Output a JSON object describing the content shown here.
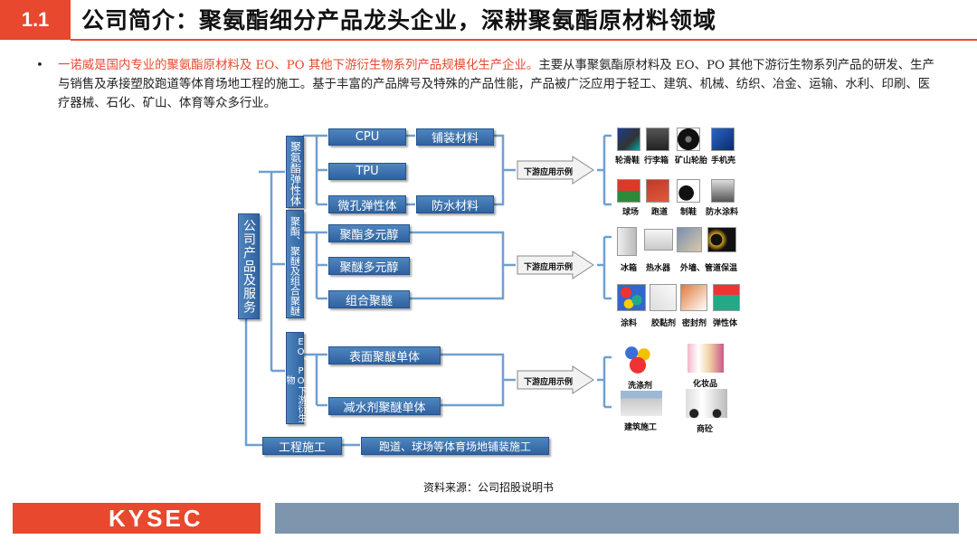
{
  "header": {
    "number": "1.1",
    "title": "公司简介：聚氨酯细分产品龙头企业，深耕聚氨酯原材料领域"
  },
  "intro": {
    "highlight": "一诺威是国内专业的聚氨酯原材料及 EO、PO 其他下游衍生物系列产品规模化生产企业。",
    "rest": "主要从事聚氨酯原材料及 EO、PO 其他下游衍生物系列产品的研发、生产与销售及承接塑胶跑道等体育场地工程的施工。基于丰富的产品牌号及特殊的产品性能，产品被广泛应用于轻工、建筑、机械、纺织、冶金、运输、水利、印刷、医疗器械、石化、矿山、体育等众多行业。"
  },
  "diagram": {
    "root": "公司产品及服务",
    "groups": [
      {
        "label": "聚氨酯弹性体",
        "items": [
          "CPU",
          "TPU",
          "微孔弹性体"
        ],
        "extra": [
          "铺装材料",
          "防水材料"
        ]
      },
      {
        "label": "聚酯、聚醚及组合聚醚",
        "items": [
          "聚酯多元醇",
          "聚醚多元醇",
          "组合聚醚"
        ]
      },
      {
        "label": "EO、PO下游衍生物",
        "items": [
          "表面聚醚单体",
          "减水剂聚醚单体"
        ]
      }
    ],
    "service": {
      "label": "工程施工",
      "desc": "跑道、球场等体育场地铺装施工"
    },
    "arrow_label": "下游应用示例",
    "apps": {
      "g1_row1": [
        "轮滑鞋",
        "行李箱",
        "矿山轮胎",
        "手机壳"
      ],
      "g1_row2": [
        "球场",
        "跑道",
        "制鞋",
        "防水涂料"
      ],
      "g2_row1": [
        "冰箱",
        "热水器",
        "外墙、管道保温"
      ],
      "g2_row2": [
        "涂料",
        "胶黏剂",
        "密封剂",
        "弹性体"
      ],
      "g3": [
        "洗涤剂",
        "化妆品",
        "建筑施工",
        "商砼"
      ]
    }
  },
  "source": "资料来源：公司招股说明书",
  "footer": {
    "logo": "KYSEC"
  },
  "colors": {
    "accent": "#e8482d",
    "box_blue": "#3a6faa",
    "footer_gray": "#7d96ad"
  }
}
